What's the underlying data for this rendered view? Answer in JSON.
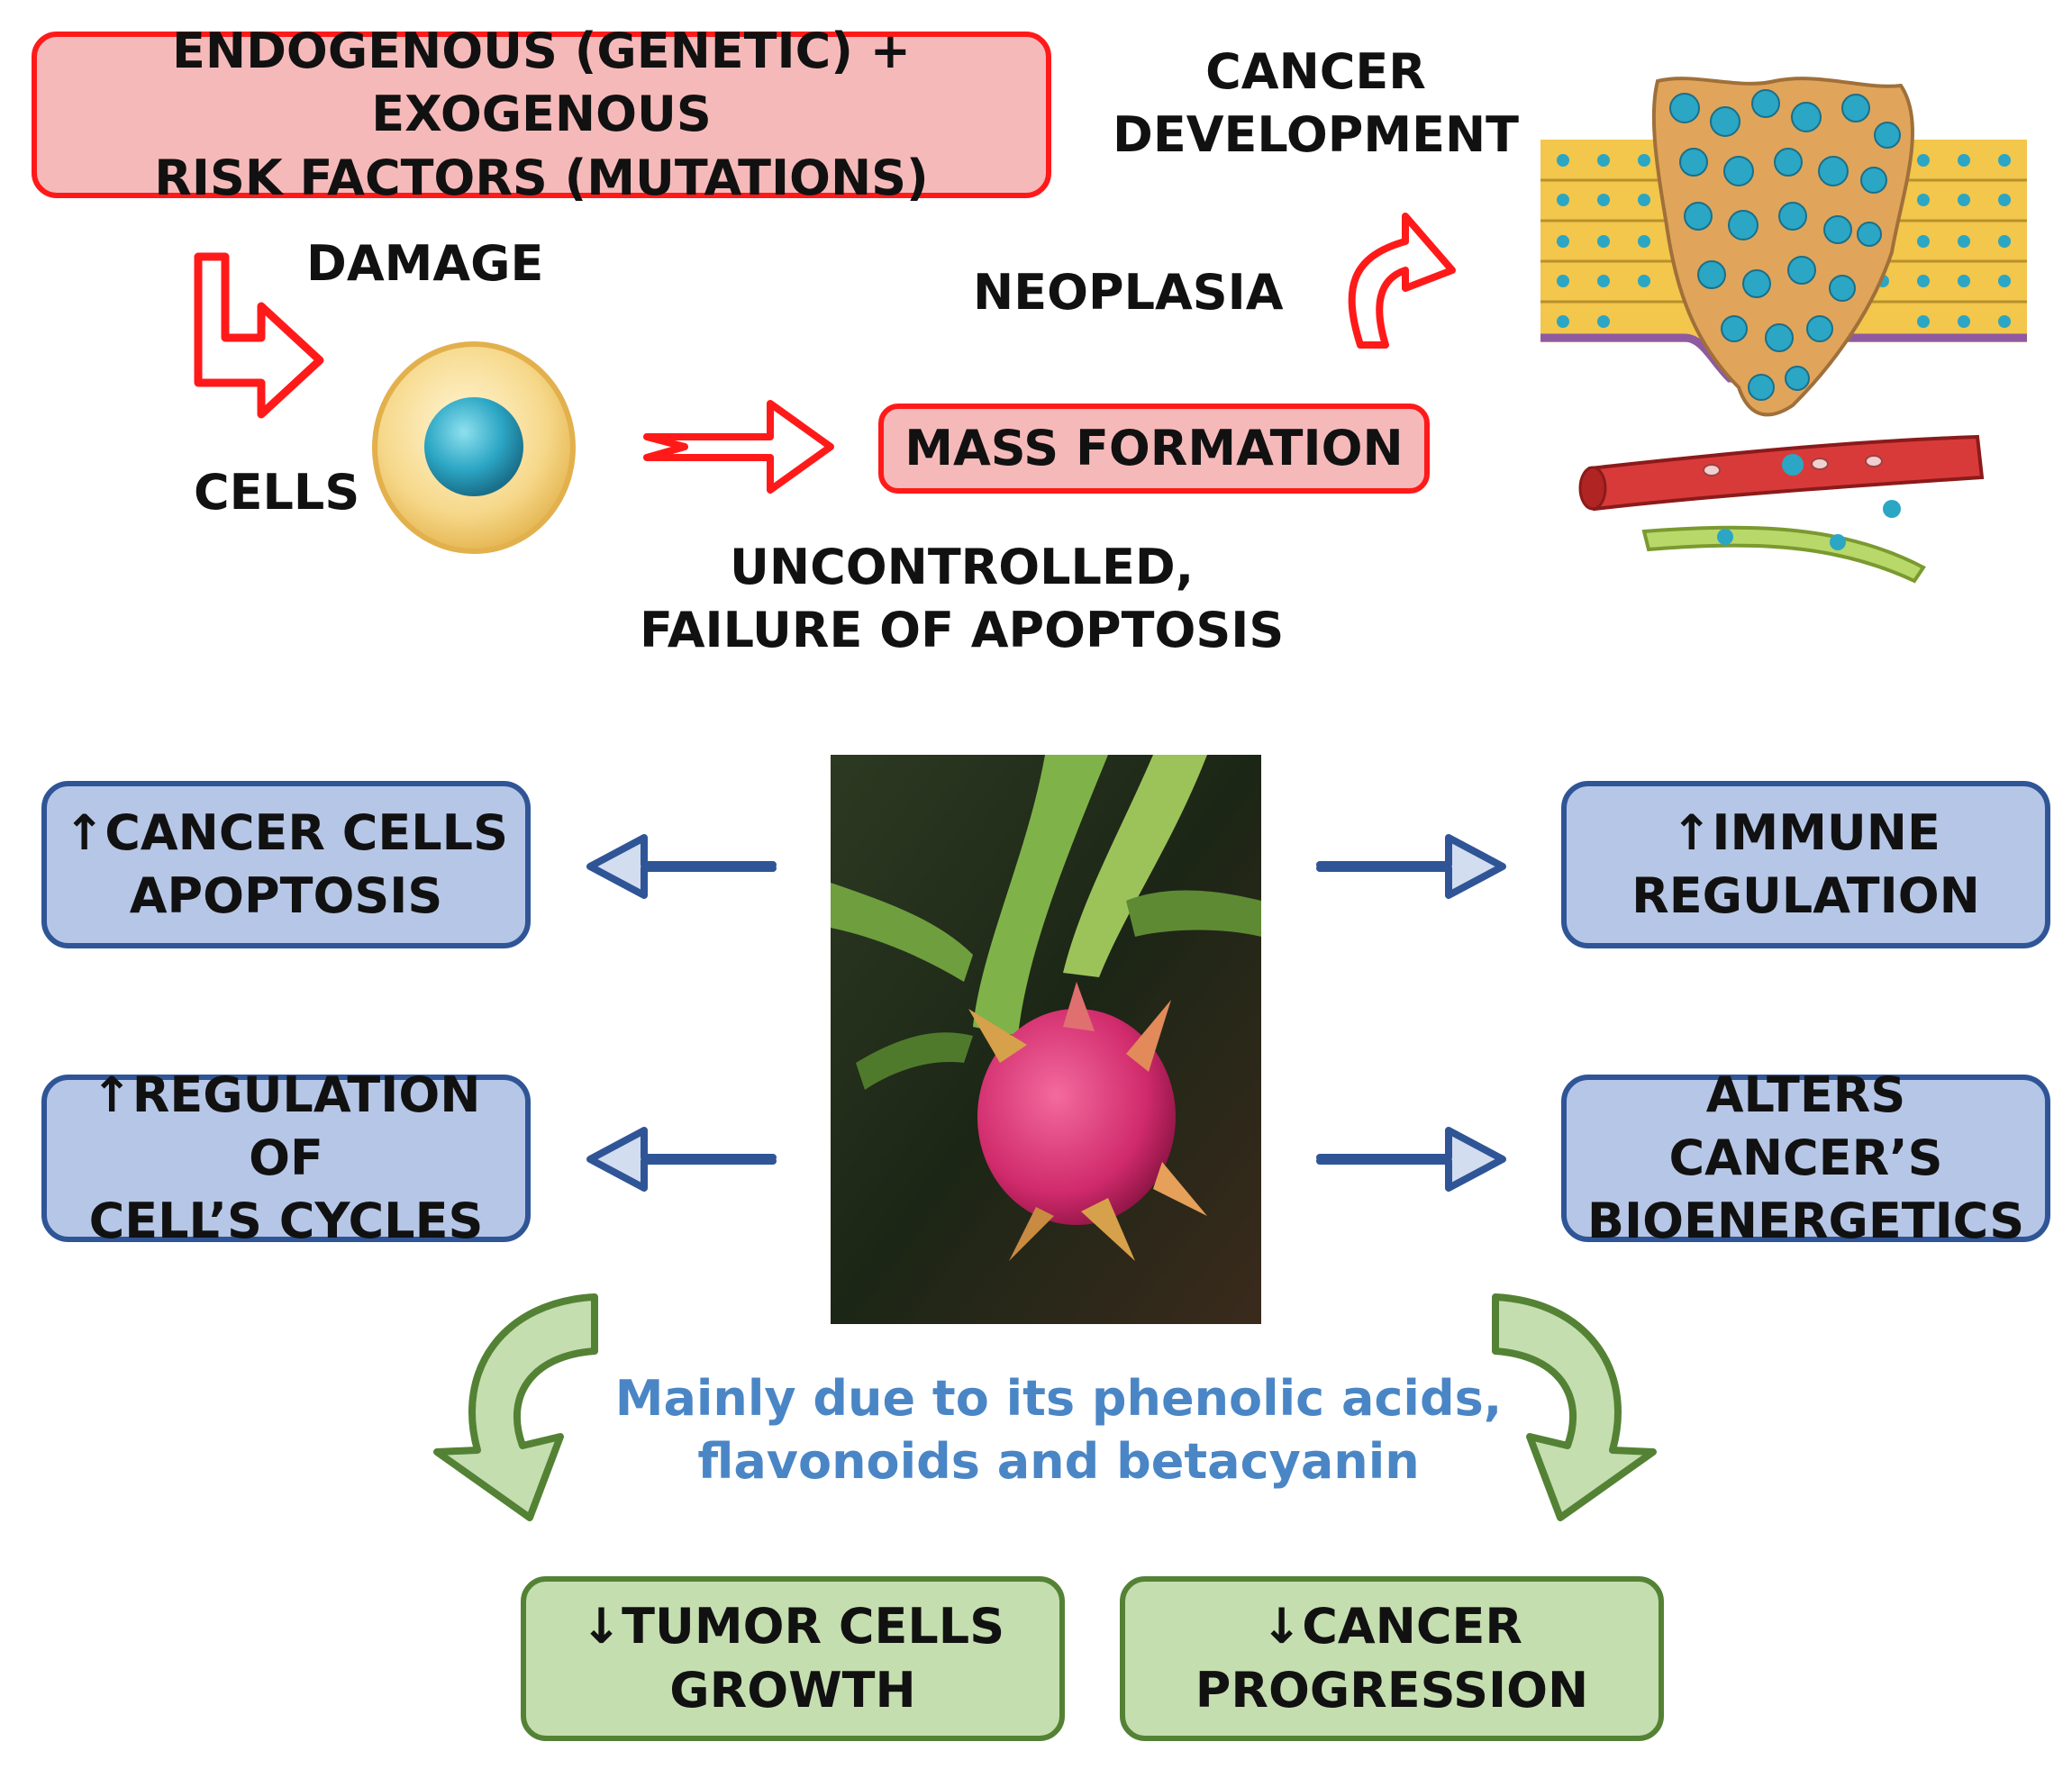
{
  "top": {
    "risk_box": {
      "line1": "ENDOGENOUS (GENETIC) + EXOGENOUS",
      "line2": "RISK FACTORS (MUTATIONS)"
    },
    "damage_label": "DAMAGE",
    "cells_label": "CELLS",
    "neoplasia_label": "NEOPLASIA",
    "cancer_dev": {
      "line1": "CANCER",
      "line2": "DEVELOPMENT"
    },
    "mass_formation": "MASS FORMATION",
    "uncontrolled": {
      "line1": "UNCONTROLLED,",
      "line2": "FAILURE OF APOPTOSIS"
    }
  },
  "effects": {
    "apoptosis": {
      "line1": "↑CANCER CELLS",
      "line2": "APOPTOSIS"
    },
    "cell_cycle": {
      "line1": "↑REGULATION OF",
      "line2": "CELL’S CYCLES"
    },
    "immune": {
      "line1": "↑IMMUNE",
      "line2": "REGULATION"
    },
    "bioenergetics": {
      "line1": "ALTERS CANCER’S",
      "line2": "BIOENERGETICS"
    }
  },
  "compounds": {
    "line1": "Mainly due to its phenolic acids,",
    "line2": "flavonoids and betacyanin"
  },
  "outcomes": {
    "tumor": {
      "line1": "↓TUMOR CELLS",
      "line2": "GROWTH"
    },
    "progression": {
      "line1": "↓CANCER",
      "line2": "PROGRESSION"
    }
  },
  "colors": {
    "red": "#ff1a1a",
    "blue": "#2f5597",
    "green": "#548235",
    "compound_text": "#4a86c5"
  }
}
